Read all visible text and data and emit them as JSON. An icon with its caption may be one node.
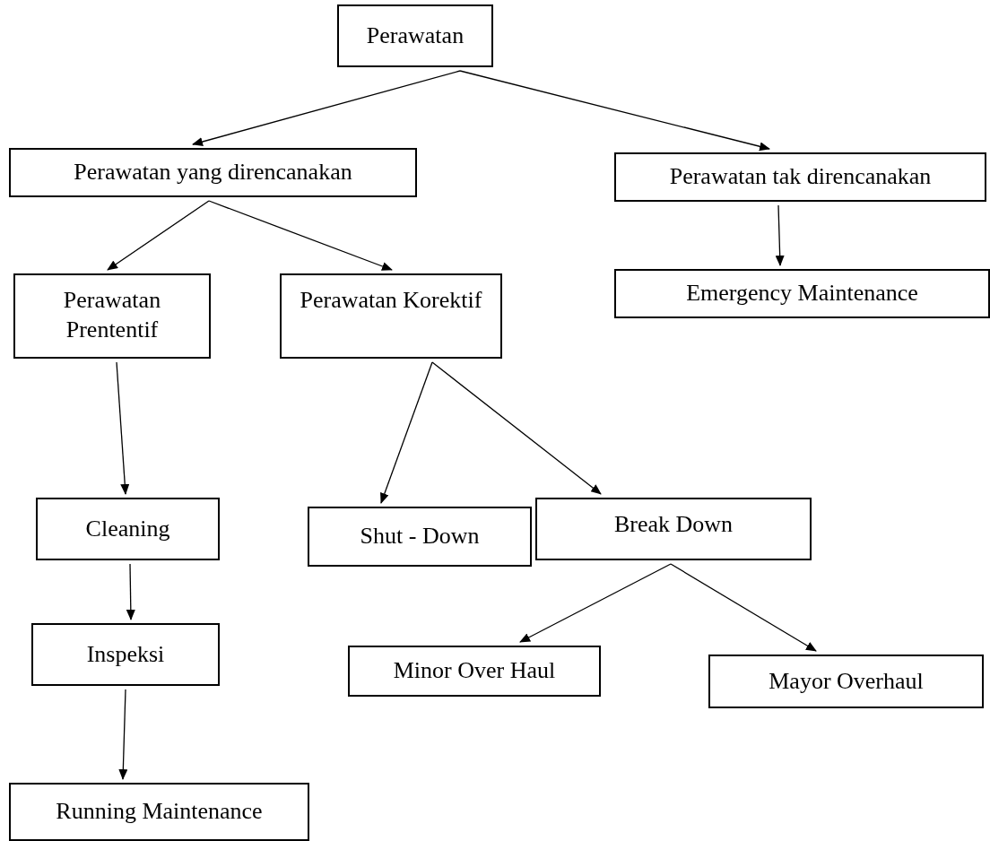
{
  "diagram": {
    "nodes": [
      {
        "text": [
          "Perawatan"
        ]
      },
      {
        "text": [
          "Perawatan yang direncanakan"
        ]
      },
      {
        "text": [
          "Perawatan tak direncanakan"
        ]
      },
      {
        "text": [
          "Perawatan Prententif"
        ]
      },
      {
        "text": [
          "Perawatan Korektif"
        ]
      },
      {
        "text": [
          "Emergency Maintenance"
        ]
      },
      {
        "text": [
          "Cleaning"
        ]
      },
      {
        "text": [
          "Shut - Down"
        ]
      },
      {
        "text": [
          "Break Down"
        ]
      },
      {
        "text": [
          "Inspeksi"
        ]
      },
      {
        "text": [
          "Minor Over Haul"
        ]
      },
      {
        "text": [
          "Mayor Overhaul"
        ]
      },
      {
        "text": [
          "Running Maintenance"
        ]
      }
    ],
    "edges": [
      {
        "from": 0,
        "to": 1,
        "arrow": "to"
      },
      {
        "from": 0,
        "to": 2,
        "arrow": "to"
      },
      {
        "from": 1,
        "to": 3,
        "arrow": "to"
      },
      {
        "from": 1,
        "to": 4,
        "arrow": "to"
      },
      {
        "from": 2,
        "to": 5,
        "arrow": "to"
      },
      {
        "from": 3,
        "to": 6,
        "arrow": "to"
      },
      {
        "from": 4,
        "to": 7,
        "arrow": "to"
      },
      {
        "from": 4,
        "to": 8,
        "arrow": "to"
      },
      {
        "from": 6,
        "to": 9,
        "arrow": "to"
      },
      {
        "from": 8,
        "to": 10,
        "arrow": "to"
      },
      {
        "from": 8,
        "to": 11,
        "arrow": "to"
      },
      {
        "from": 9,
        "to": 12,
        "arrow": "to"
      }
    ]
  }
}
